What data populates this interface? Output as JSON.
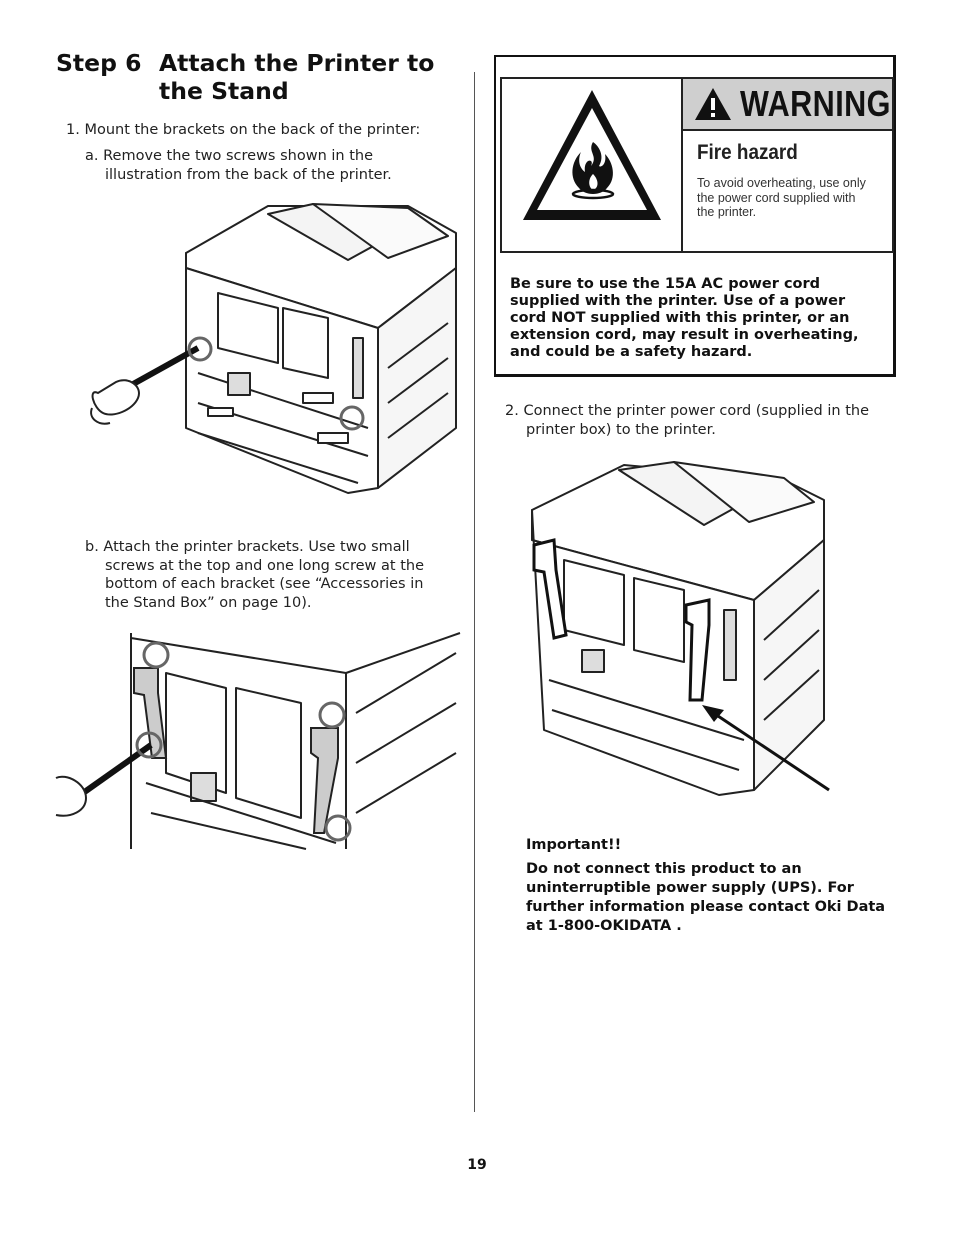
{
  "step": {
    "number": "Step 6",
    "title_line1": "Attach the Printer to",
    "title_line2": "the Stand"
  },
  "instructions": {
    "item1": "1. Mount the brackets on the back of the printer:",
    "item1a_line1": "a. Remove the two screws shown in the",
    "item1a_line2": "illustration from the back of the printer.",
    "item1b_line1": "b. Attach the printer brackets. Use two small",
    "item1b_line2": "screws at the top and one long screw at the",
    "item1b_line3": "bottom of each bracket (see “Accessories in",
    "item1b_line4": "the Stand Box” on page 10).",
    "item2_line1": "2. Connect the printer power cord (supplied in the",
    "item2_line2": "printer box) to the printer."
  },
  "warning": {
    "label": "WARNING",
    "hazard_title": "Fire hazard",
    "hazard_line1": "To avoid overheating, use only",
    "hazard_line2": "the power cord supplied with",
    "hazard_line3": "the printer.",
    "text_line1": "Be sure to use the 15A AC power cord",
    "text_line2": "supplied with the printer. Use of a power",
    "text_line3": "cord NOT supplied with this printer, or an",
    "text_line4": "extension cord, may result in overheating,",
    "text_line5": "and could be a safety hazard."
  },
  "important": {
    "heading": "Important!!",
    "line1": "Do not connect this product to an",
    "line2": "uninterruptible power supply (UPS). For",
    "line3": "further information please contact Oki Data",
    "line4": "at 1-800-OKIDATA ."
  },
  "page_number": "19",
  "icons": {
    "warning_triangle": "exclamation-triangle-icon",
    "fire_symbol": "flame-icon"
  },
  "colors": {
    "warning_band": "#cfcfcf",
    "text": "#111111",
    "bracket_fill": "#cccccc"
  }
}
